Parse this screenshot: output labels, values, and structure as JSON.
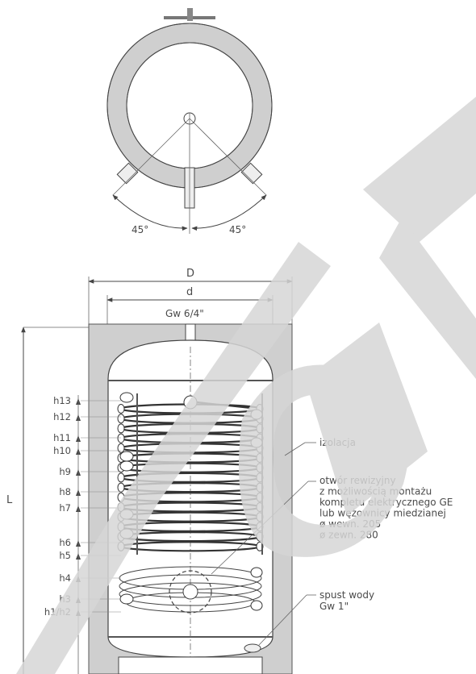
{
  "top_view": {
    "angle_left": "45°",
    "angle_right": "45°"
  },
  "dimensions": {
    "outer_diameter": "D",
    "inner_diameter": "d",
    "top_connection": "Gw 6/4\"",
    "length": "L"
  },
  "heights": [
    "h13",
    "h12",
    "h11",
    "h10",
    "h9",
    "h8",
    "h7",
    "h6",
    "h5",
    "h4",
    "h3",
    "h1/h2"
  ],
  "callouts": {
    "insulation": "izolacja",
    "inspection_lines": [
      "otwór rewizyjny",
      "z możliwością montażu",
      "kompletu elektrycznego GE",
      "lub wężownicy miedzianej",
      "ø wewn. 205",
      "ø zewn. 280"
    ],
    "drain_lines": [
      "spust wody",
      "Gw 1\""
    ]
  },
  "colors": {
    "insulation": "#cfcfcf",
    "watermark": "#d6d6d6",
    "line": "#444444",
    "text": "#4a4a4a"
  }
}
